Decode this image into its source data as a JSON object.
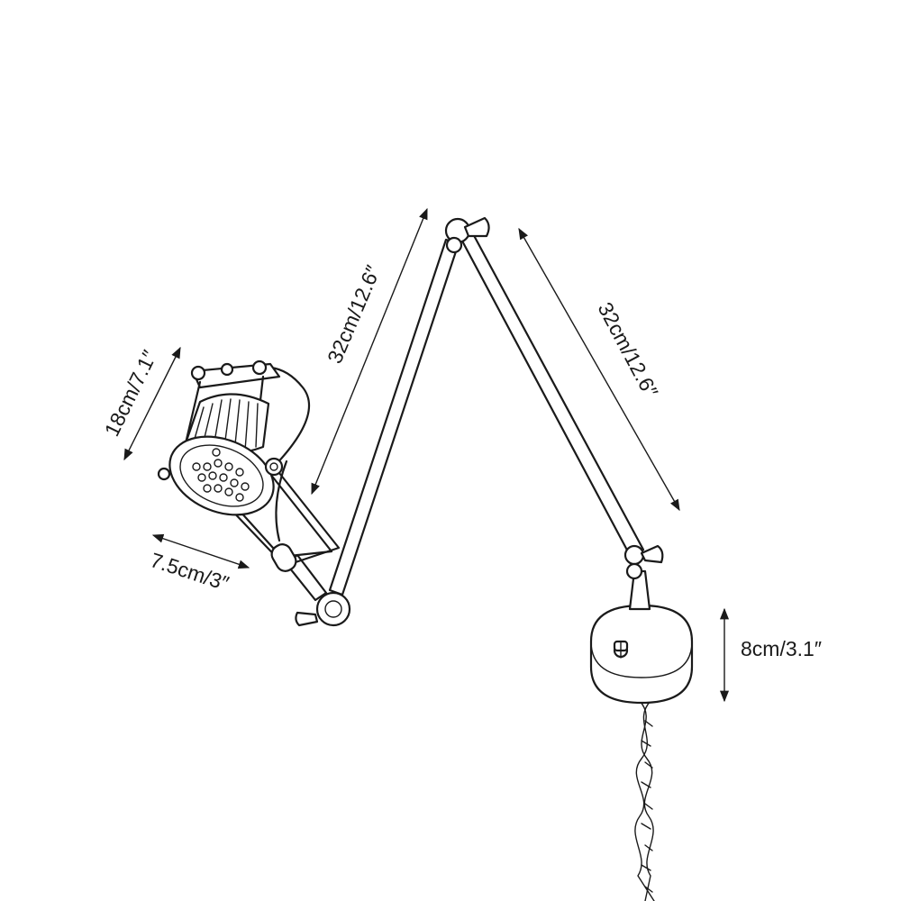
{
  "dimensions": {
    "shade_height": "18cm/7.1″",
    "shade_width": "7.5cm/3″",
    "upper_arm_length": "32cm/12.6″",
    "lower_arm_length": "32cm/12.6″",
    "base_diameter": "8cm/3.1″"
  }
}
